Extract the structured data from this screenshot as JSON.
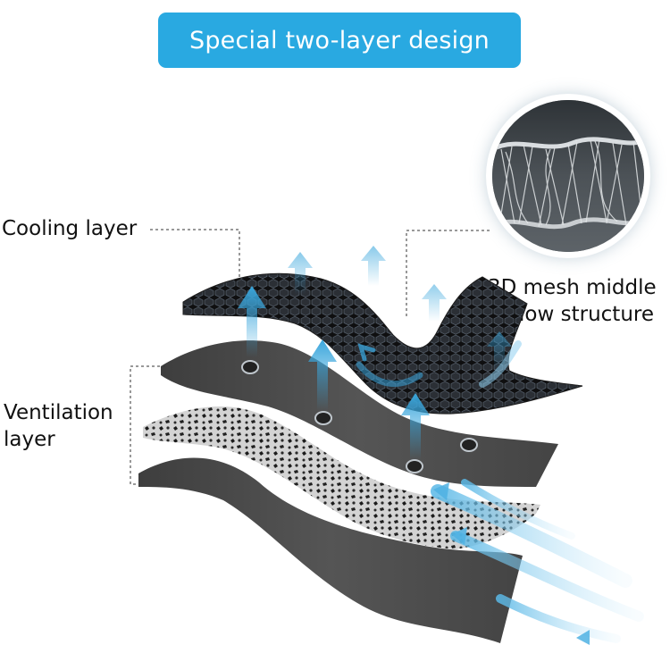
{
  "banner": {
    "title": "Special two-layer design"
  },
  "labels": {
    "cooling": "Cooling layer",
    "ventilation_line1": "Ventilation",
    "ventilation_line2": "layer",
    "mesh_line1": "3D mesh middle",
    "mesh_line2": "hollow structure"
  },
  "colors": {
    "banner": "#29a9e1",
    "arrow": "#3aa6dc",
    "base_layer": "#4a4a4a",
    "top_layer": "#141414"
  },
  "icons": [
    "airflow-arrow-icon",
    "vent-hole-icon",
    "mesh-closeup-image"
  ]
}
